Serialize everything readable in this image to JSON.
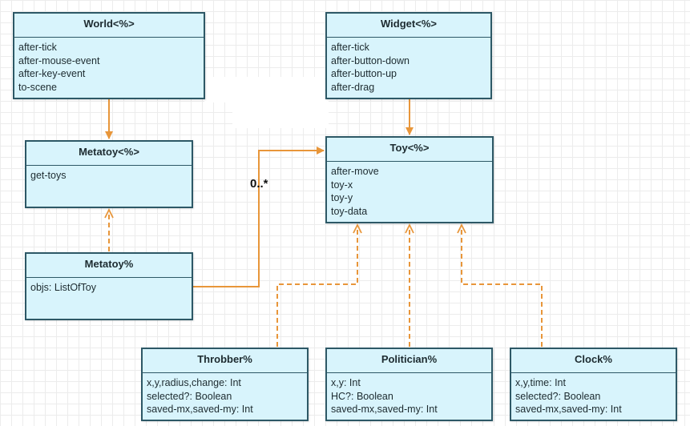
{
  "classes": {
    "world": {
      "name": "World<%>",
      "members": [
        "after-tick",
        "after-mouse-event",
        "after-key-event",
        "to-scene"
      ]
    },
    "widget": {
      "name": "Widget<%>",
      "members": [
        "after-tick",
        "after-button-down",
        "after-button-up",
        "after-drag"
      ]
    },
    "metatoy_iface": {
      "name": "Metatoy<%>",
      "members": [
        "get-toys"
      ]
    },
    "toy": {
      "name": "Toy<%>",
      "members": [
        "after-move",
        "toy-x",
        "toy-y",
        "toy-data"
      ]
    },
    "metatoy": {
      "name": "Metatoy%",
      "members": [
        "objs: ListOfToy"
      ]
    },
    "throbber": {
      "name": "Throbber%",
      "members": [
        "x,y,radius,change: Int",
        "selected?: Boolean",
        "saved-mx,saved-my: Int"
      ]
    },
    "politician": {
      "name": "Politician%",
      "members": [
        "x,y: Int",
        "HC?: Boolean",
        "saved-mx,saved-my: Int"
      ]
    },
    "clock": {
      "name": "Clock%",
      "members": [
        "x,y,time: Int",
        "selected?: Boolean",
        "saved-mx,saved-my: Int"
      ]
    }
  },
  "association": {
    "multiplicity": "0..*"
  },
  "colors": {
    "box_fill": "#d8f4fc",
    "box_border": "#2d5866",
    "connector": "#e8963a",
    "text": "#1d2b30"
  }
}
